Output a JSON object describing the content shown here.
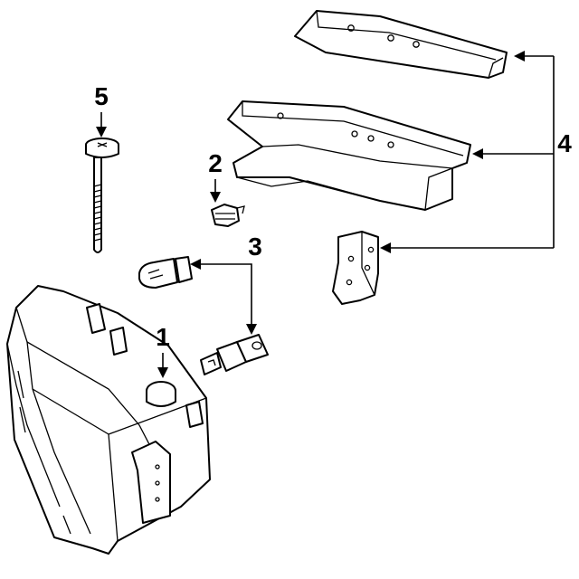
{
  "diagram": {
    "callouts": [
      {
        "id": "1",
        "label": "1",
        "part": "headlamp-housing-adjuster"
      },
      {
        "id": "2",
        "label": "2",
        "part": "clip-nut"
      },
      {
        "id": "3",
        "label": "3",
        "part": "bulb-and-socket"
      },
      {
        "id": "4",
        "label": "4",
        "part": "mounting-brackets"
      },
      {
        "id": "5",
        "label": "5",
        "part": "bolt"
      }
    ]
  }
}
